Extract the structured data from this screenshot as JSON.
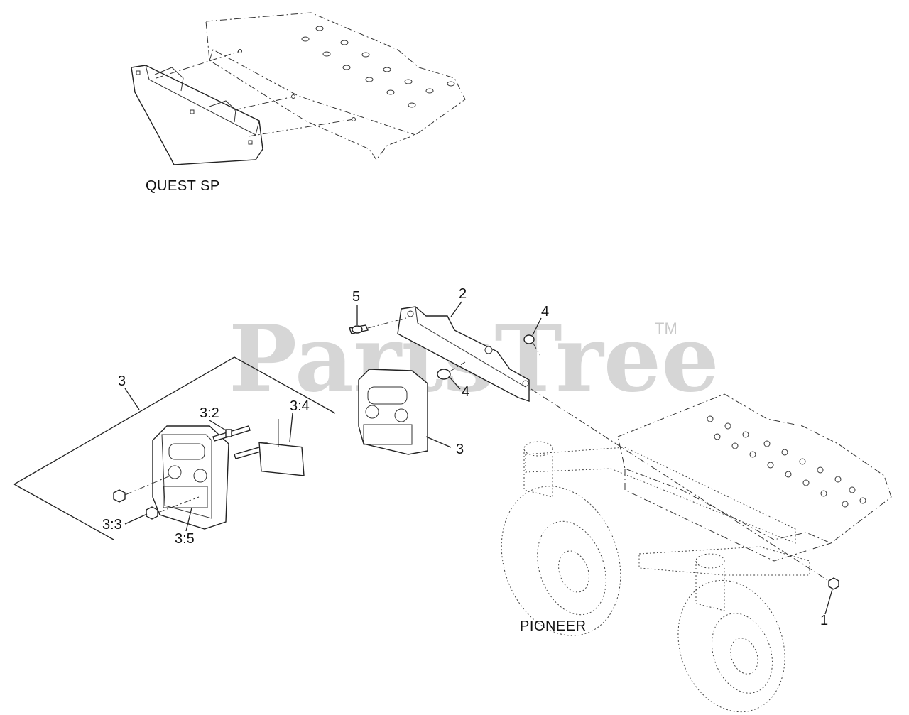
{
  "watermark": {
    "text": "PartsTree",
    "trademark": "TM"
  },
  "captions": {
    "quest": "QUEST SP",
    "pioneer": "PIONEER"
  },
  "callouts": {
    "c1": "1",
    "c2": "2",
    "c3_group": "3",
    "c3_right": "3",
    "c3_2": "3:2",
    "c3_3": "3:3",
    "c3_4": "3:4",
    "c3_5": "3:5",
    "c4_top": "4",
    "c4_bottom": "4",
    "c5": "5"
  }
}
